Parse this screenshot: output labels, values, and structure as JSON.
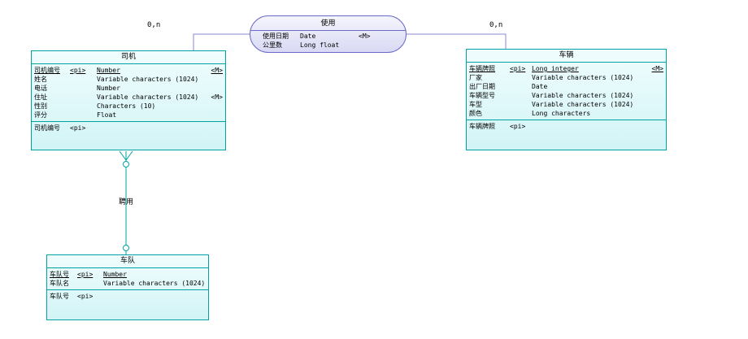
{
  "diagram_type": "conceptual-data-model-er-diagram",
  "entities": {
    "driver": {
      "title": "司机",
      "attributes": [
        {
          "name": "司机编号",
          "pi": "<pi>",
          "type": "Number",
          "m": "<M>"
        },
        {
          "name": "姓名",
          "pi": "",
          "type": "Variable characters (1024)",
          "m": ""
        },
        {
          "name": "电话",
          "pi": "",
          "type": "Number",
          "m": ""
        },
        {
          "name": "住址",
          "pi": "",
          "type": "Variable characters (1024)",
          "m": "<M>"
        },
        {
          "name": "性别",
          "pi": "",
          "type": "Characters (10)",
          "m": ""
        },
        {
          "name": "评分",
          "pi": "",
          "type": "Float",
          "m": ""
        }
      ],
      "identifier": {
        "name": "司机编号",
        "pi": "<pi>"
      }
    },
    "vehicle": {
      "title": "车辆",
      "attributes": [
        {
          "name": "车辆牌照",
          "pi": "<pi>",
          "type": "Long integer",
          "m": "<M>"
        },
        {
          "name": "厂家",
          "pi": "",
          "type": "Variable characters (1024)",
          "m": ""
        },
        {
          "name": "出厂日期",
          "pi": "",
          "type": "Date",
          "m": ""
        },
        {
          "name": "车辆型号",
          "pi": "",
          "type": "Variable characters (1024)",
          "m": ""
        },
        {
          "name": "车型",
          "pi": "",
          "type": "Variable characters (1024)",
          "m": ""
        },
        {
          "name": "颜色",
          "pi": "",
          "type": "Long characters",
          "m": ""
        }
      ],
      "identifier": {
        "name": "车辆牌照",
        "pi": "<pi>"
      }
    },
    "fleet": {
      "title": "车队",
      "attributes": [
        {
          "name": "车队号",
          "pi": "<pi>",
          "type": "Number",
          "m": ""
        },
        {
          "name": "车队名",
          "pi": "",
          "type": "Variable characters (1024)",
          "m": ""
        }
      ],
      "identifier": {
        "name": "车队号",
        "pi": "<pi>"
      }
    }
  },
  "association": {
    "title": "使用",
    "attributes": [
      {
        "name": "使用日期",
        "type": "Date",
        "m": "<M>"
      },
      {
        "name": "公里数",
        "type": "Long float",
        "m": ""
      }
    ]
  },
  "links": {
    "driver_association_cardinality": "0,n",
    "vehicle_association_cardinality": "0,n",
    "relationship_label": "聘用"
  },
  "colors": {
    "entity_border": "#00A3A3",
    "entity_fill_top": "#F0FDFE",
    "entity_fill_bottom": "#D2F4F6",
    "association_border": "#6A6AC8",
    "association_fill_top": "#F5F5FD",
    "association_fill_bottom": "#D9D9F4",
    "association_link_line": "#8A8AD6",
    "relationship_line": "#00A3A3",
    "text": "#000000",
    "background": "#FFFFFF"
  }
}
